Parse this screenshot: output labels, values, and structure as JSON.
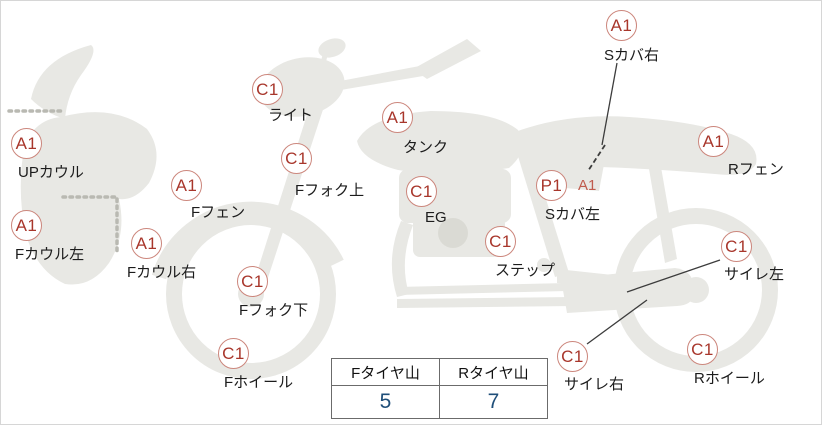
{
  "diagram": {
    "labels": [
      {
        "id": "s-cover-right",
        "grade": "A1",
        "part": "Sカバ右"
      },
      {
        "id": "light",
        "grade": "C1",
        "part": "ライト"
      },
      {
        "id": "tank",
        "grade": "A1",
        "part": "タンク"
      },
      {
        "id": "up-cowl",
        "grade": "A1",
        "part": "UPカウル"
      },
      {
        "id": "f-fork-upper",
        "grade": "C1",
        "part": "Fフォク上"
      },
      {
        "id": "r-fender",
        "grade": "A1",
        "part": "Rフェン"
      },
      {
        "id": "f-fender",
        "grade": "A1",
        "part": "Fフェン"
      },
      {
        "id": "engine",
        "grade": "C1",
        "part": "EG"
      },
      {
        "id": "s-cover-left",
        "grade": "P1",
        "part": "Sカバ左"
      },
      {
        "id": "s-cover-left-sub",
        "grade": "A1",
        "part": ""
      },
      {
        "id": "f-cowl-left",
        "grade": "A1",
        "part": "Fカウル左"
      },
      {
        "id": "f-cowl-right",
        "grade": "A1",
        "part": "Fカウル右"
      },
      {
        "id": "step",
        "grade": "C1",
        "part": "ステップ"
      },
      {
        "id": "silencer-left",
        "grade": "C1",
        "part": "サイレ左"
      },
      {
        "id": "f-fork-lower",
        "grade": "C1",
        "part": "Fフォク下"
      },
      {
        "id": "f-wheel",
        "grade": "C1",
        "part": "Fホイール"
      },
      {
        "id": "silencer-right",
        "grade": "C1",
        "part": "サイレ右"
      },
      {
        "id": "r-wheel",
        "grade": "C1",
        "part": "Rホイール"
      }
    ],
    "tire_table": {
      "headers": [
        "Fタイヤ山",
        "Rタイヤ山"
      ],
      "values": [
        "5",
        "7"
      ]
    },
    "colors": {
      "grade_text": "#a8362b",
      "grade_text_light": "#c05b4d",
      "circle_border": "#cc867c",
      "value_text": "#1f4e79",
      "bike_fill": "#e8e8e4",
      "bike_fill_dark": "#dadad4"
    }
  }
}
